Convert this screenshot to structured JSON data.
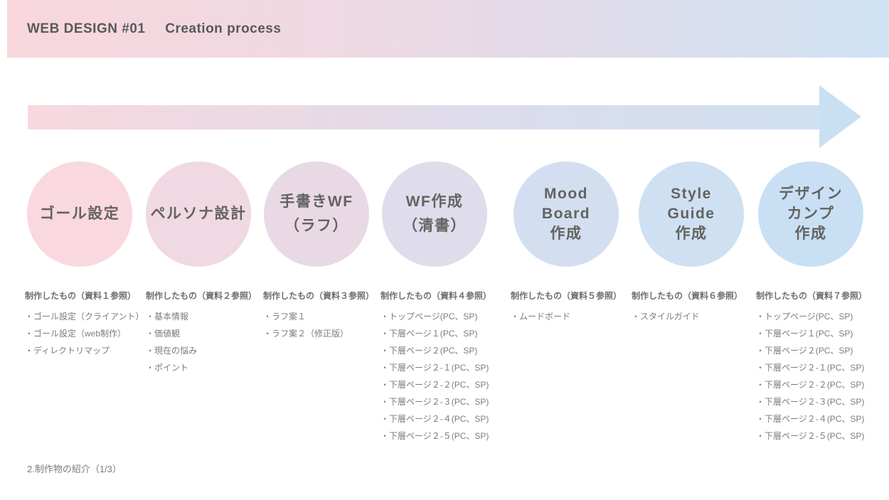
{
  "header": {
    "title_left": "WEB DESIGN #01",
    "title_right": "Creation process"
  },
  "palette": {
    "header_gradient_start": "#f8d7dd",
    "header_gradient_end": "#cfe3f4",
    "arrow_gradient_start": "#f8d8de",
    "arrow_gradient_end": "#cfe0f1",
    "arrow_head": "#c9dff2",
    "title_text": "#58595b",
    "circle_text": "#636360",
    "list_text": "#7c7c79"
  },
  "stages": [
    {
      "label_lines": [
        "ゴール設定"
      ],
      "color": "#f9d8df",
      "deliverables": {
        "heading": "制作したもの（資料１参照）",
        "items": [
          "・ゴール設定（クライアント）",
          "・ゴール設定（web制作）",
          "・ディレクトリマップ"
        ]
      }
    },
    {
      "label_lines": [
        "ペルソナ設計"
      ],
      "color": "#f0d9e2",
      "deliverables": {
        "heading": "制作したもの（資料２参照）",
        "items": [
          "・基本情報",
          "・価値観",
          "・現在の悩み",
          "・ポイント"
        ]
      }
    },
    {
      "label_lines": [
        "手書きWF",
        "（ラフ）"
      ],
      "color": "#e9d9e5",
      "deliverables": {
        "heading": "制作したもの（資料３参照）",
        "items": [
          "・ラフ案１",
          "・ラフ案２（修正版）"
        ]
      }
    },
    {
      "label_lines": [
        "WF作成",
        "（清書）"
      ],
      "color": "#dfdceb",
      "deliverables": {
        "heading": "制作したもの（資料４参照）",
        "items": [
          "・トップページ(PC、SP)",
          "・下層ページ１(PC、SP)",
          "・下層ページ２(PC、SP)",
          "・下層ページ２-１(PC、SP)",
          "・下層ページ２-２(PC、SP)",
          "・下層ページ２-３(PC、SP)",
          "・下層ページ２-４(PC、SP)",
          "・下層ページ２-５(PC、SP)"
        ]
      }
    },
    {
      "label_lines": [
        "Mood",
        "Board",
        "作成"
      ],
      "color": "#d3dff0",
      "deliverables": {
        "heading": "制作したもの（資料５参照）",
        "items": [
          "・ムードボード"
        ]
      }
    },
    {
      "label_lines": [
        "Style",
        "Guide",
        "作成"
      ],
      "color": "#cfe0f2",
      "deliverables": {
        "heading": "制作したもの（資料６参照）",
        "items": [
          "・スタイルガイド"
        ]
      }
    },
    {
      "label_lines": [
        "デザイン",
        "カンプ",
        "作成"
      ],
      "color": "#c9e0f4",
      "deliverables": {
        "heading": "制作したもの（資料７参照）",
        "items": [
          "・トップページ(PC、SP)",
          "・下層ページ１(PC、SP)",
          "・下層ページ２(PC、SP)",
          "・下層ページ２-１(PC、SP)",
          "・下層ページ２-２(PC、SP)",
          "・下層ページ２-３(PC、SP)",
          "・下層ページ２-４(PC、SP)",
          "・下層ページ２-５(PC、SP)"
        ]
      }
    }
  ],
  "footer": {
    "page_label": "2.制作物の紹介（1/3）"
  }
}
